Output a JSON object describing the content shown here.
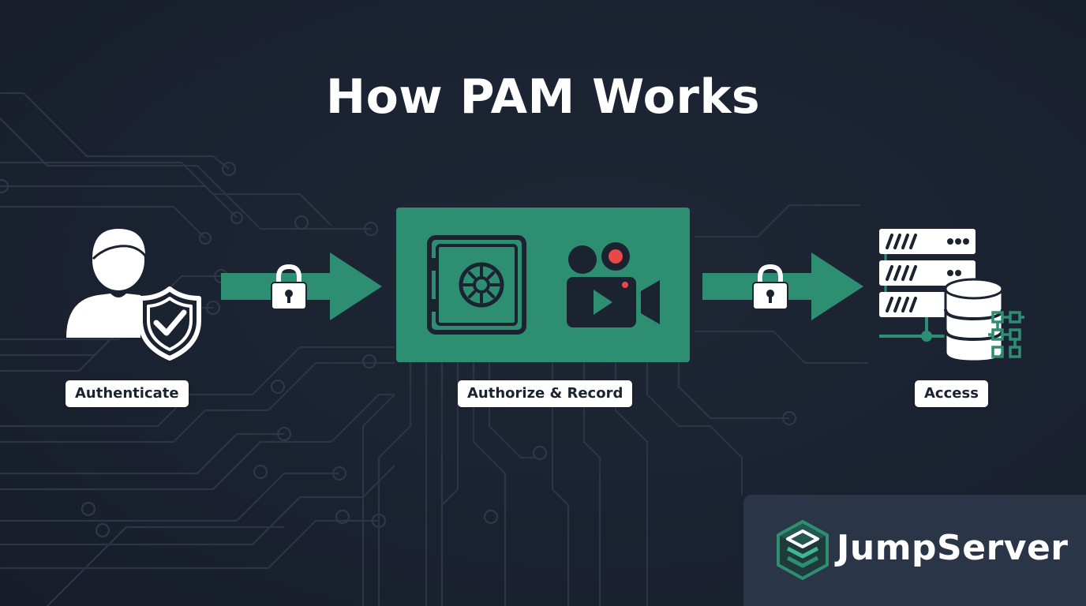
{
  "title": "How PAM Works",
  "steps": [
    {
      "label": "Authenticate",
      "icon": "user-shield-check-icon"
    },
    {
      "label": "Authorize & Record",
      "icons": [
        "vault-safe-icon",
        "video-camera-record-icon"
      ]
    },
    {
      "label": "Access",
      "icons": [
        "server-rack-icon",
        "database-icon",
        "network-grid-icon"
      ]
    }
  ],
  "connectors": [
    {
      "icon": "padlock-icon"
    },
    {
      "icon": "padlock-icon"
    }
  ],
  "brand": {
    "name": "JumpServer",
    "logo": "jumpserver-cube-logo-icon"
  },
  "colors": {
    "background": "#1b2230",
    "accent_green": "#2e8e72",
    "record_red": "#e94848",
    "circuit_lines": "#2c3646",
    "brand_panel": "#2a3547"
  }
}
